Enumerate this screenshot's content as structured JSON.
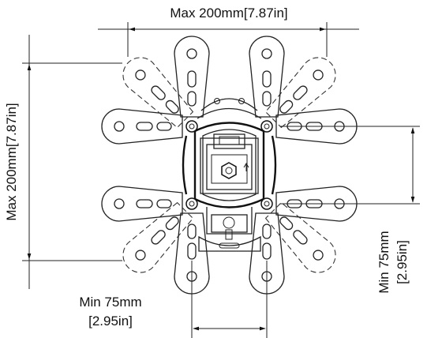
{
  "dimensions": {
    "top_max": "Max 200mm[7.87in]",
    "left_max": "Max 200mm[7.87in]",
    "right_min_line1": "Min 75mm",
    "right_min_line2": "[2.95in]",
    "bottom_min_line1": "Min 75mm",
    "bottom_min_line2": "[2.95in]"
  }
}
